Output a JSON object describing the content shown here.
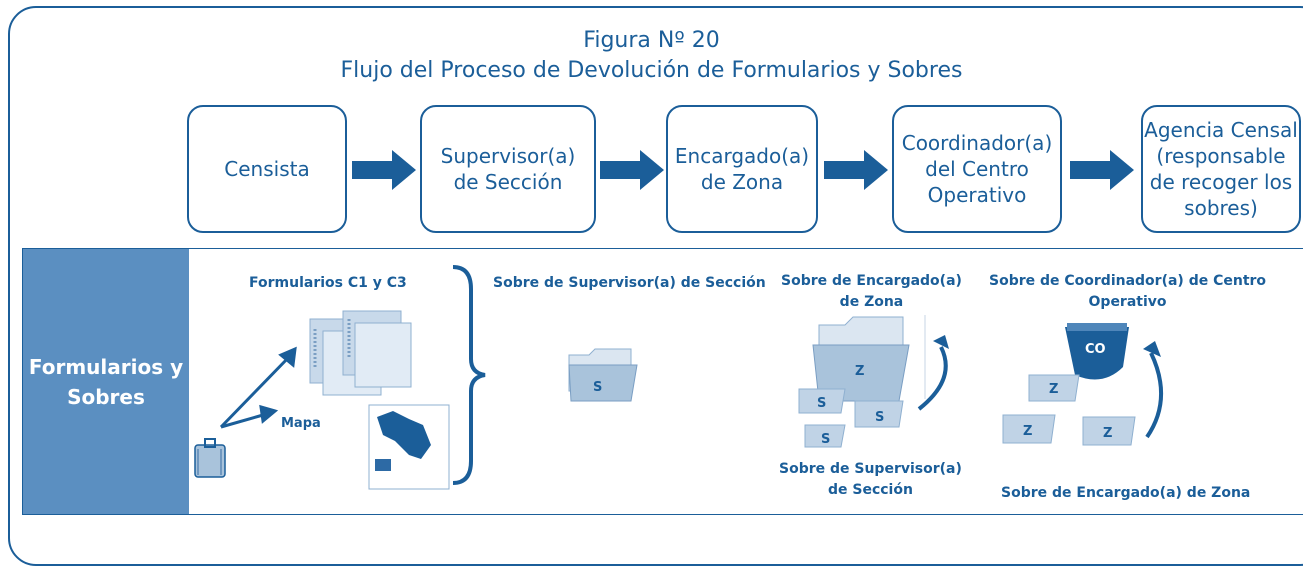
{
  "title": {
    "line1": "Figura Nº 20",
    "line2": "Flujo del Proceso de Devolución de Formularios y Sobres"
  },
  "flow": [
    {
      "label": "Censista"
    },
    {
      "label": "Supervisor(a)\nde Sección"
    },
    {
      "label": "Encargado(a)\nde Zona"
    },
    {
      "label": "Coordinador(a)\ndel Centro\nOperativo"
    },
    {
      "label": "Agencia Censal\n(responsable\nde recoger los\nsobres)"
    }
  ],
  "panel": {
    "sidebar_label": "Formularios y\nSobres",
    "forms_label": "Formularios C1 y C3",
    "map_label": "Mapa",
    "sobre_supervisor_label": "Sobre de Supervisor(a) de Sección",
    "sobre_encargado_top_label": "Sobre de Encargado(a)\nde Zona",
    "sobre_supervisor_bottom_label": "Sobre de Supervisor(a)\nde Sección",
    "sobre_coordinador_label": "Sobre de Coordinador(a) de Centro\nOperativo",
    "sobre_encargado_bottom_label": "Sobre de Encargado(a) de Zona",
    "folder_letters": {
      "s": "S",
      "z": "Z",
      "co": "CO"
    }
  },
  "colors": {
    "primary": "#1b5e99",
    "sidebar": "#5b8fc1",
    "folder": "#a9c3db"
  }
}
